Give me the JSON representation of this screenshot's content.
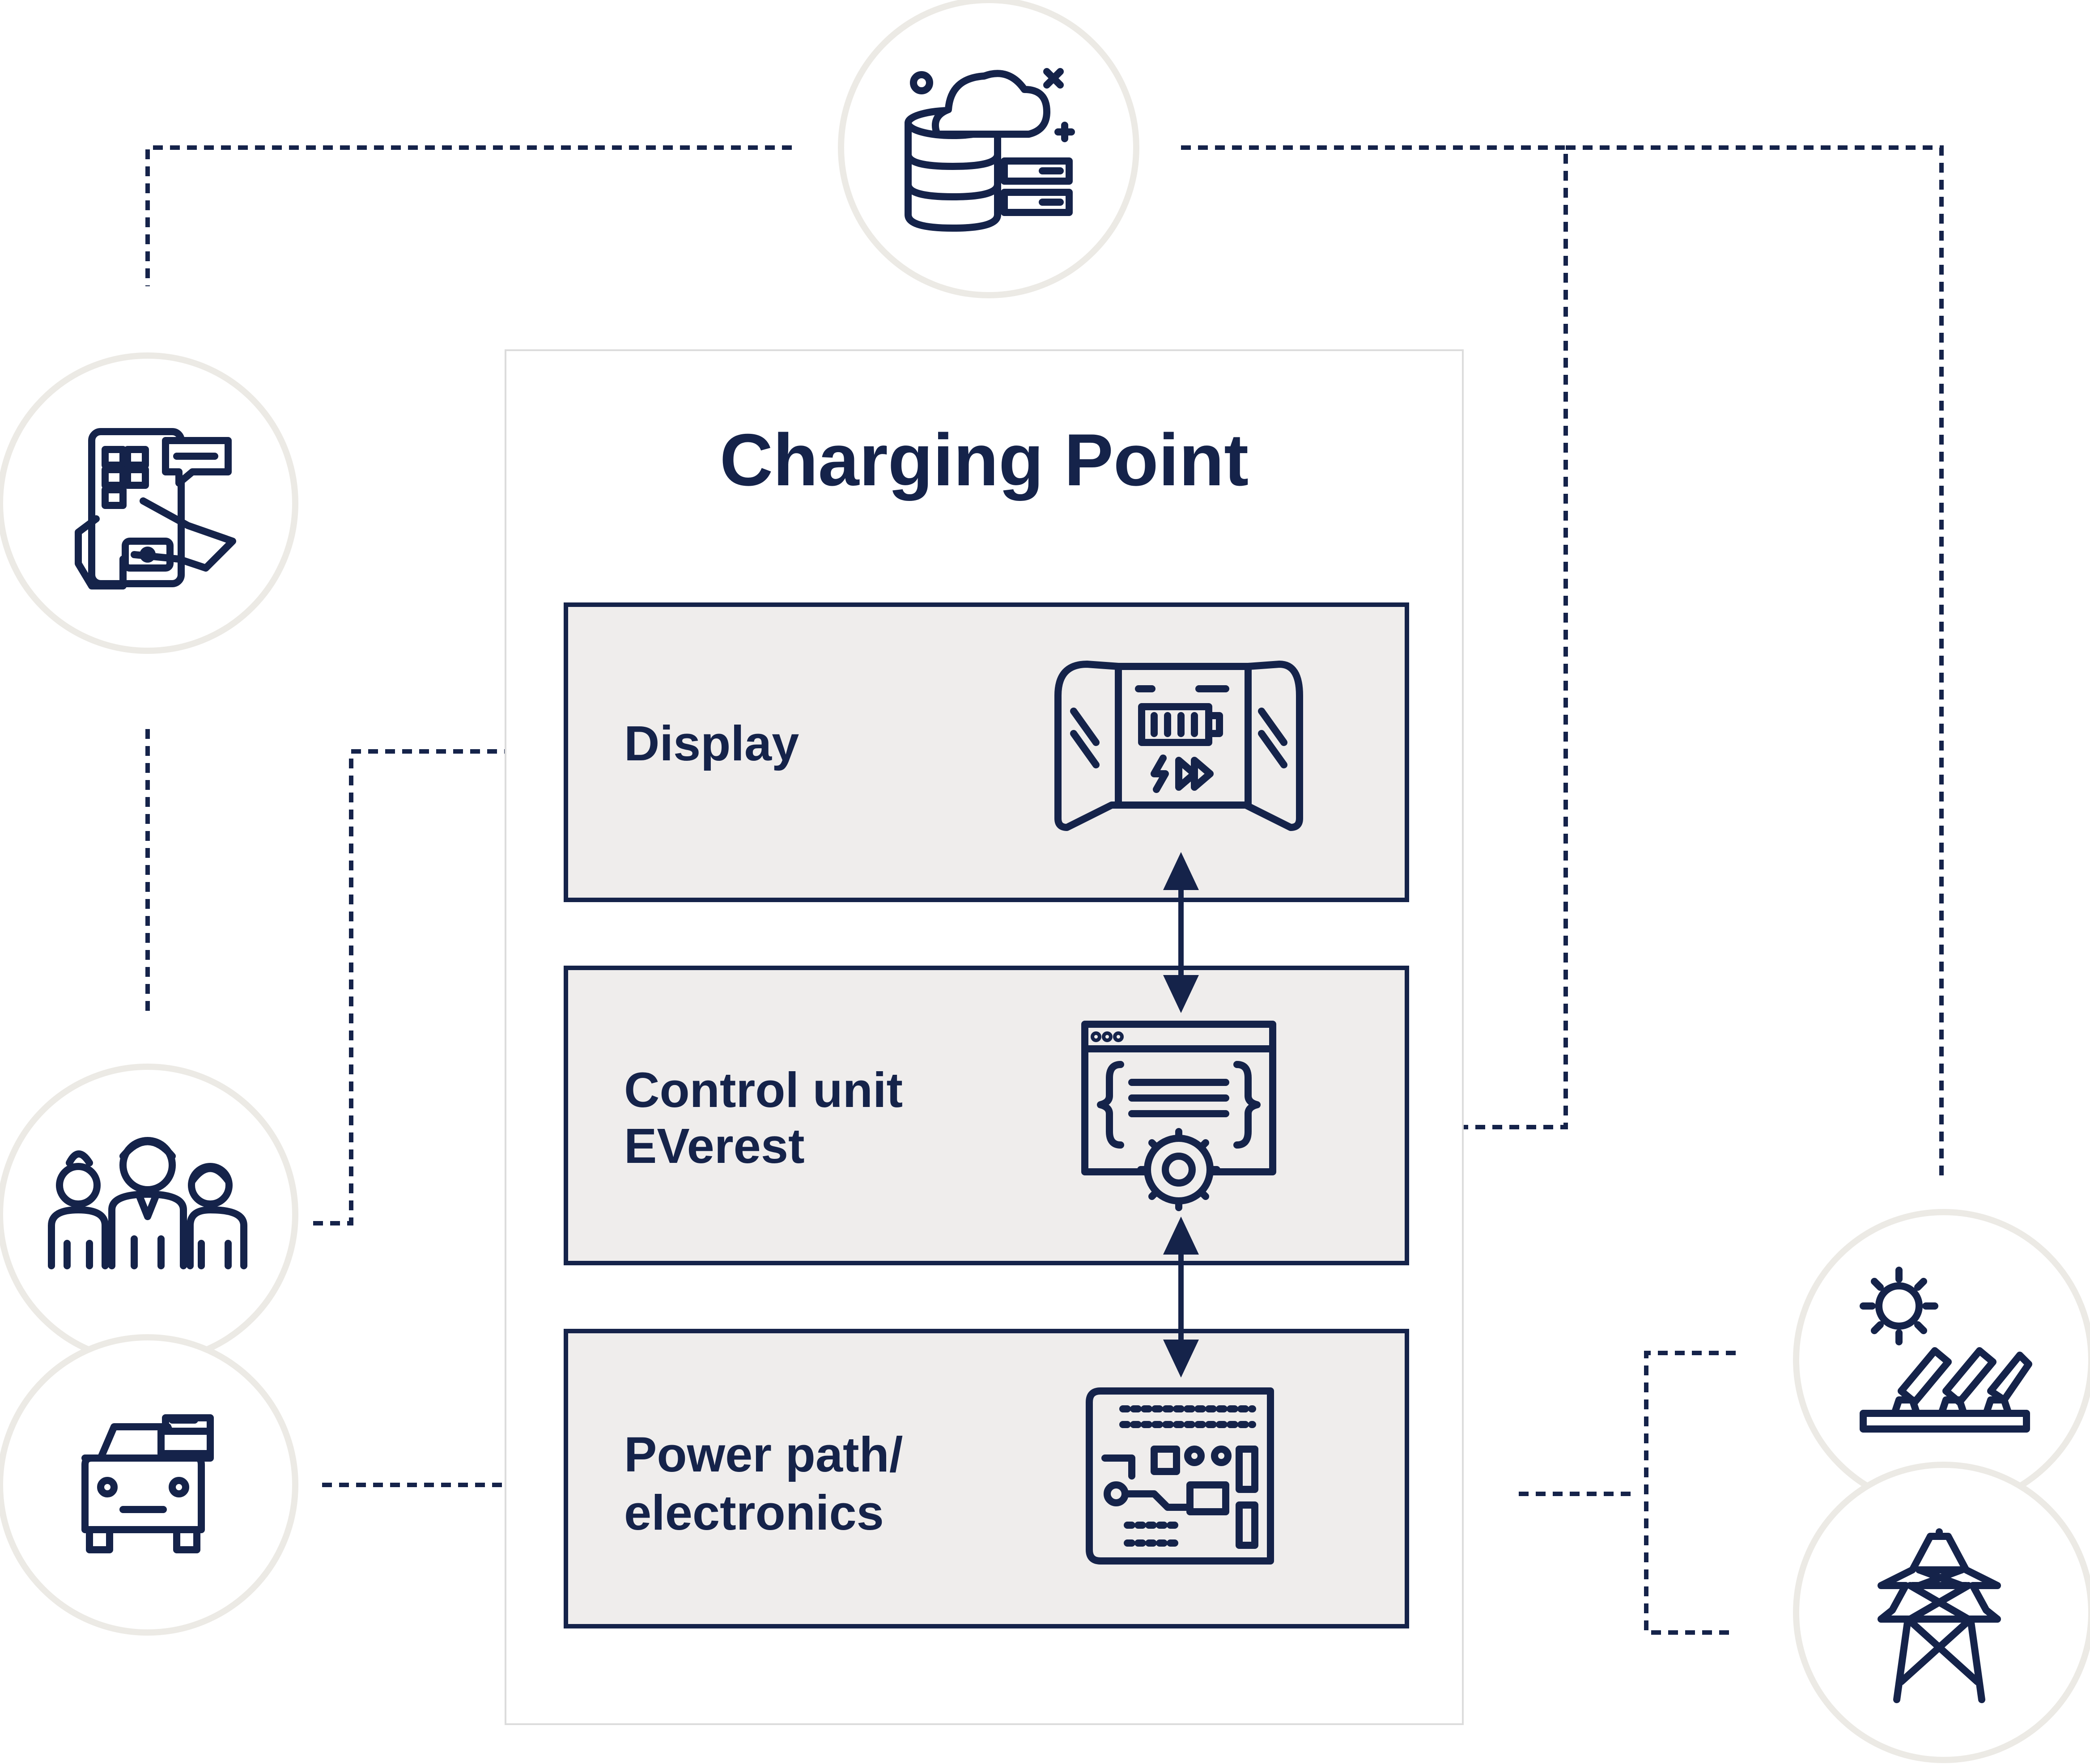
{
  "diagram": {
    "title": "Charging Point",
    "blocks": [
      {
        "id": "display",
        "lines": [
          "Display"
        ],
        "icon": "charging-display-icon"
      },
      {
        "id": "control",
        "lines": [
          "Control unit",
          "EVerest"
        ],
        "icon": "code-gear-icon"
      },
      {
        "id": "power",
        "lines": [
          "Power path/",
          "electronics"
        ],
        "icon": "circuit-board-icon"
      }
    ],
    "external_nodes": [
      {
        "id": "cloud",
        "icon": "cloud-database-icon"
      },
      {
        "id": "payment",
        "icon": "mobile-payment-icon"
      },
      {
        "id": "users",
        "icon": "people-group-icon"
      },
      {
        "id": "ev",
        "icon": "electric-car-icon"
      },
      {
        "id": "solar",
        "icon": "solar-panel-icon"
      },
      {
        "id": "grid",
        "icon": "power-pylon-icon"
      }
    ],
    "colors": {
      "navy": "#15234a",
      "box_fill": "#efedec",
      "circle_border": "#eceae5",
      "panel_border": "#dcdcdc"
    }
  }
}
